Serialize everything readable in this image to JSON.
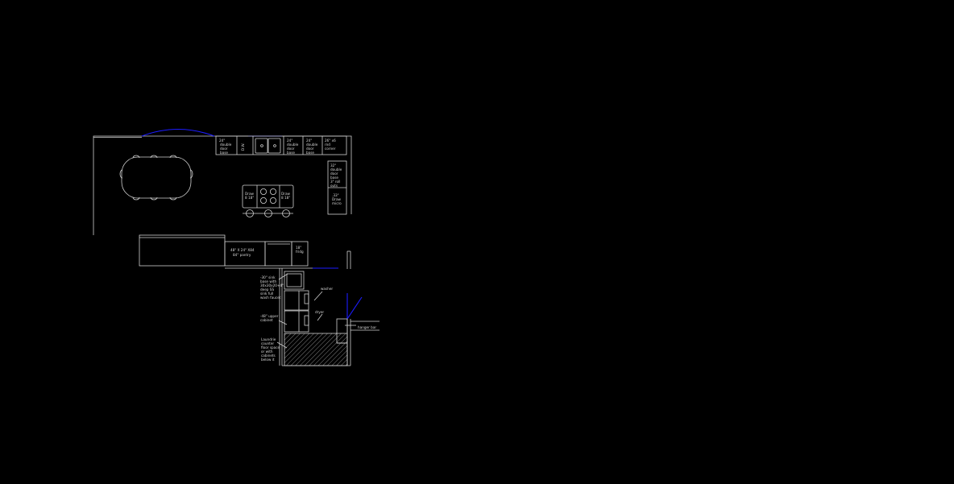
{
  "colors": {
    "background": "#000000",
    "lines": "#d0d0d0",
    "doors": "#1c1cff"
  },
  "labels": {
    "base_24_left": [
      "24\"",
      "double",
      "door",
      "base"
    ],
    "dw": "D.W.",
    "base_24_mid": [
      "24\"",
      "double",
      "door",
      "base"
    ],
    "base_24_right": [
      "24\"",
      "double",
      "door",
      "base"
    ],
    "corner": [
      "26\" x6",
      "rnd",
      "corner"
    ],
    "base_32": [
      "32\"",
      "double",
      "door",
      "base",
      "3\" roll",
      "outs"
    ],
    "micro": [
      ".33\"",
      "Draw",
      "micro"
    ],
    "island_left": [
      "Draw",
      "8 18\""
    ],
    "island_right": [
      "Draw",
      "8 18\""
    ],
    "pantry": [
      "48\" X 24\" X84",
      "84\" pantry"
    ],
    "fridge": [
      "18\"",
      "fridg"
    ],
    "sink": [
      "-30\" sink",
      "base with",
      "30x30x20+4\"",
      "deep SS",
      "sink full",
      "wash faucet"
    ],
    "washer": "washer",
    "dryer": "dryer",
    "upper": [
      "-48\" upper",
      "cabinet"
    ],
    "laundry": [
      "Laundrie",
      "counter",
      "floor space",
      "or with",
      "cabinets",
      "below it"
    ],
    "hanger": "hanger bar"
  }
}
